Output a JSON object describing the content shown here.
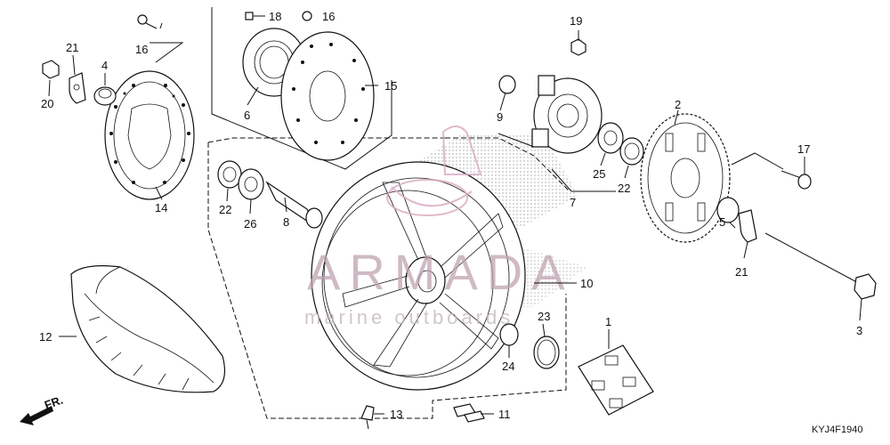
{
  "diagram": {
    "code": "KYJ4F1940",
    "front_label": "FR.",
    "watermark": {
      "main": "ARMADA",
      "sub": "marine outboards"
    },
    "callouts": {
      "p1": "1",
      "p2": "2",
      "p3": "3",
      "p4": "4",
      "p5": "5",
      "p6": "6",
      "p7": "7",
      "p8": "8",
      "p9": "9",
      "p10": "10",
      "p11": "11",
      "p12": "12",
      "p13": "13",
      "p14": "14",
      "p15": "15",
      "p16a": "16",
      "p16b": "16",
      "p17": "17",
      "p18": "18",
      "p19": "19",
      "p20": "20",
      "p21a": "21",
      "p21b": "21",
      "p22a": "22",
      "p22b": "22",
      "p23": "23",
      "p24": "24",
      "p25": "25",
      "p26": "26"
    }
  }
}
